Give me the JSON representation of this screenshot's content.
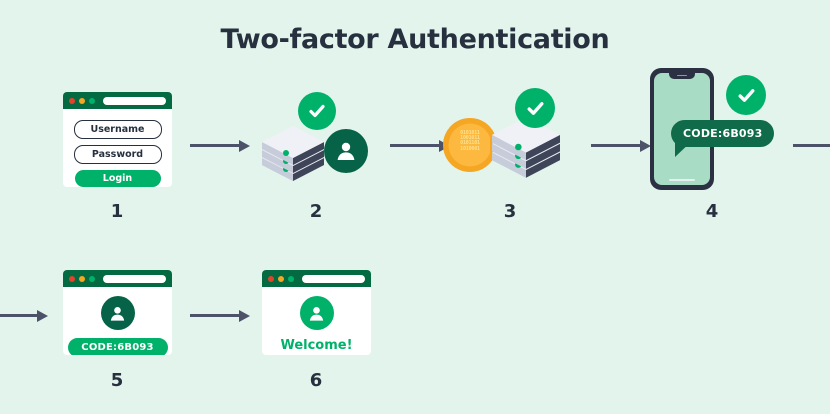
{
  "page": {
    "title": "Two-factor Authentication",
    "background_color": "#e3f4ec",
    "accent_green": "#00b16a",
    "dark_green": "#046a42",
    "navy": "#26303e",
    "arrow_color": "#4c5268",
    "key_orange": "#f5a623"
  },
  "steps": [
    {
      "number": "1",
      "name": "login-form",
      "type": "browser",
      "fields": [
        {
          "label": "Username"
        },
        {
          "label": "Password"
        }
      ],
      "button_label": "Login"
    },
    {
      "number": "2",
      "name": "server-user-verified",
      "type": "server-user"
    },
    {
      "number": "3",
      "name": "key-server-token",
      "type": "key-server",
      "binary_lines": [
        "0101011",
        "1001011",
        "0101101",
        "1010001"
      ]
    },
    {
      "number": "4",
      "name": "phone-code-received",
      "type": "phone",
      "code_label": "CODE:6B093"
    },
    {
      "number": "5",
      "name": "code-entry",
      "type": "browser",
      "code_label": "CODE:6B093"
    },
    {
      "number": "6",
      "name": "welcome-screen",
      "type": "browser",
      "welcome_label": "Welcome!"
    }
  ],
  "icons": {
    "check": "check-icon",
    "user": "user-icon",
    "key": "key-icon",
    "server": "server-icon",
    "phone": "phone-icon",
    "arrow": "arrow-right-icon"
  }
}
